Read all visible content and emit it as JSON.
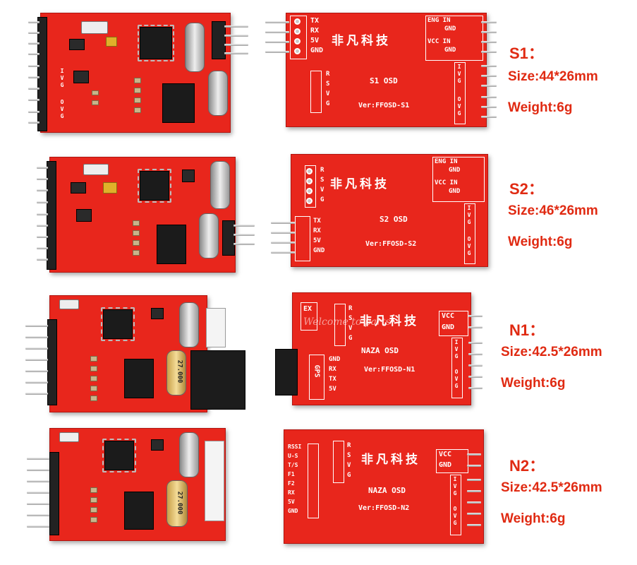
{
  "boards": [
    {
      "model": "S1：",
      "size": "Size:44*26mm",
      "weight": "Weight:6g",
      "brand": "非凡科技",
      "osd_name": "S1 OSD",
      "version": "Ver:FFOSD-S1",
      "top_pins": [
        "TX",
        "RX",
        "5V",
        "GND"
      ],
      "right_top": [
        "ENG IN",
        "GND",
        "VCC IN",
        "GND"
      ],
      "small_pins": [
        "R",
        "S",
        "V",
        "G"
      ]
    },
    {
      "model": "S2：",
      "size": "Size:46*26mm",
      "weight": "Weight:6g",
      "brand": "非凡科技",
      "osd_name": "S2 OSD",
      "version": "Ver:FFOSD-S2",
      "top_pins": [
        "R",
        "S",
        "V",
        "G"
      ],
      "right_top": [
        "ENG IN",
        "GND",
        "VCC IN",
        "GND"
      ],
      "small_pins": [
        "TX",
        "RX",
        "5V",
        "GND"
      ]
    },
    {
      "model": "N1：",
      "size": "Size:42.5*26mm",
      "weight": "Weight:6g",
      "brand": "非凡科技",
      "osd_name": "NAZA OSD",
      "version": "Ver:FFOSD-N1",
      "top_pins": [
        "R",
        "S",
        "V",
        "G"
      ],
      "right_top": [
        "VCC",
        "GND"
      ],
      "small_pins": [
        "GND",
        "RX",
        "TX",
        "5V"
      ],
      "gps_label": "GPS",
      "ext_label": "EX"
    },
    {
      "model": "N2：",
      "size": "Size:42.5*26mm",
      "weight": "Weight:6g",
      "brand": "非凡科技",
      "osd_name": "NAZA OSD",
      "version": "Ver:FFOSD-N2",
      "top_pins": [
        "R",
        "S",
        "V",
        "G"
      ],
      "right_top": [
        "VCC",
        "GND"
      ],
      "small_pins": [
        "RSSI",
        "U-S",
        "T/S",
        "F1",
        "F2",
        "RX",
        "5V",
        "GND"
      ]
    }
  ],
  "side_labels": [
    "I",
    "V",
    "G",
    "O",
    "V",
    "G"
  ],
  "crystal_text": "27.000",
  "watermark": "Welcome to parts",
  "colors": {
    "pcb": "#e8261c",
    "spec_text": "#e02a12",
    "background": "#ffffff"
  }
}
